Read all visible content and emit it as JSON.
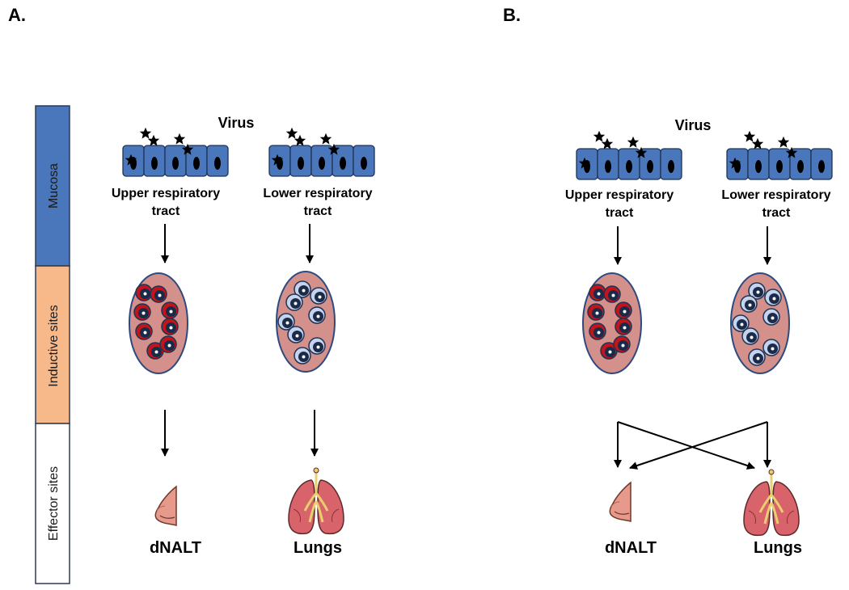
{
  "panels": {
    "a": {
      "label": "A."
    },
    "b": {
      "label": "B."
    }
  },
  "sidebar": {
    "bands": [
      {
        "label": "Mucosa",
        "color": "#4a76bc"
      },
      {
        "label": "Inductive sites",
        "color": "#f7b98a"
      },
      {
        "label": "Effector sites",
        "color": "#ffffff"
      }
    ]
  },
  "labels": {
    "virus": "Virus",
    "urt_line1": "Upper respiratory",
    "urt_line2": "tract",
    "lrt_line1": "Lower respiratory",
    "lrt_line2": "tract",
    "dnalt": "dNALT",
    "lungs": "Lungs"
  },
  "colors": {
    "epithelium": "#4a76bc",
    "node_fill": "#d4908a",
    "urt_cell_ring": "#c0151b",
    "lrt_cell_ring": "#c5d3ec",
    "lung_fill": "#d9636b",
    "nose_fill": "#e79a8c"
  }
}
